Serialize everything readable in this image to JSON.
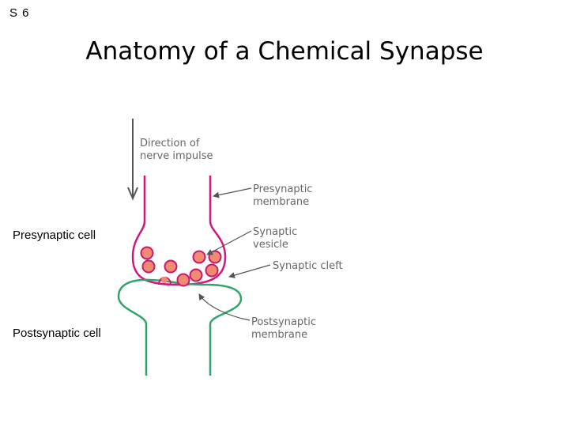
{
  "slide_number": "S 6",
  "title": "Anatomy of a Chemical Synapse",
  "side_labels": {
    "presynaptic_cell": "Presynaptic cell",
    "postsynaptic_cell": "Postsynaptic cell"
  },
  "diagram": {
    "direction_label": [
      "Direction of",
      "nerve impulse"
    ],
    "presynaptic_membrane": [
      "Presynaptic",
      "membrane"
    ],
    "synaptic_vesicle": [
      "Synaptic",
      "vesicle"
    ],
    "synaptic_cleft": "Synaptic cleft",
    "postsynaptic_membrane": [
      "Postsynaptic",
      "membrane"
    ]
  },
  "colors": {
    "presynaptic": "#d4167c",
    "postsynaptic": "#2ea56a",
    "vesicle_fill": "#f28a72",
    "vesicle_ring": "#c41a6f",
    "arrow": "#555555"
  }
}
